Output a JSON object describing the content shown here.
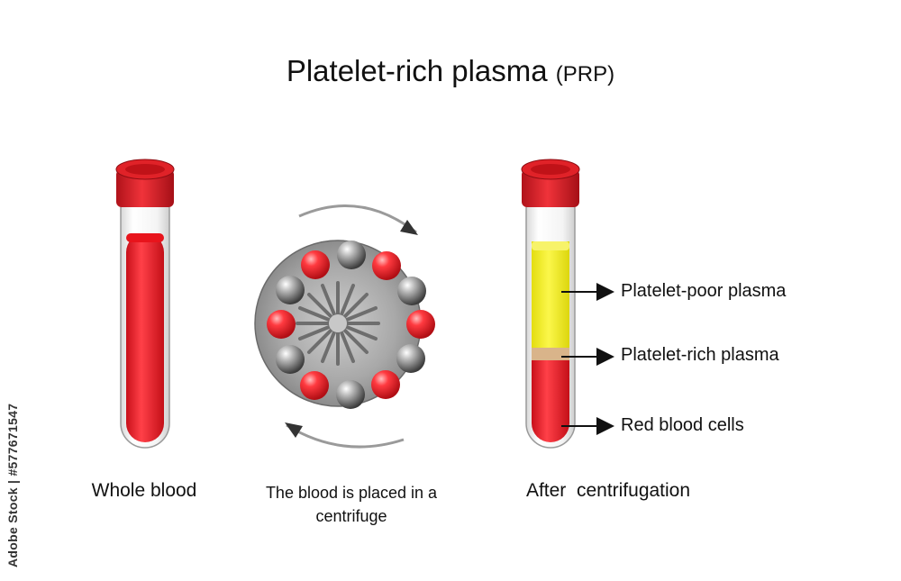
{
  "title": {
    "main": "Platelet-rich plasma",
    "abbr": "(PRP)"
  },
  "stages": {
    "whole": "Whole blood",
    "centrifuge_line1": "The blood is placed in a",
    "centrifuge_line2": "centrifuge",
    "after": "After  centrifugation"
  },
  "layers": {
    "poor": "Platelet-poor plasma",
    "rich": "Platelet-rich plasma",
    "red": "Red blood cells"
  },
  "watermark": "Adobe Stock | #577671547",
  "colors": {
    "blood_red": "#e8141c",
    "cap_red": "#d81a20",
    "plasma_yellow": "#f5f02a",
    "prp_tan": "#d9b48a",
    "rotor_gray": "#9c9c9c",
    "arrow_dark": "#333333"
  }
}
